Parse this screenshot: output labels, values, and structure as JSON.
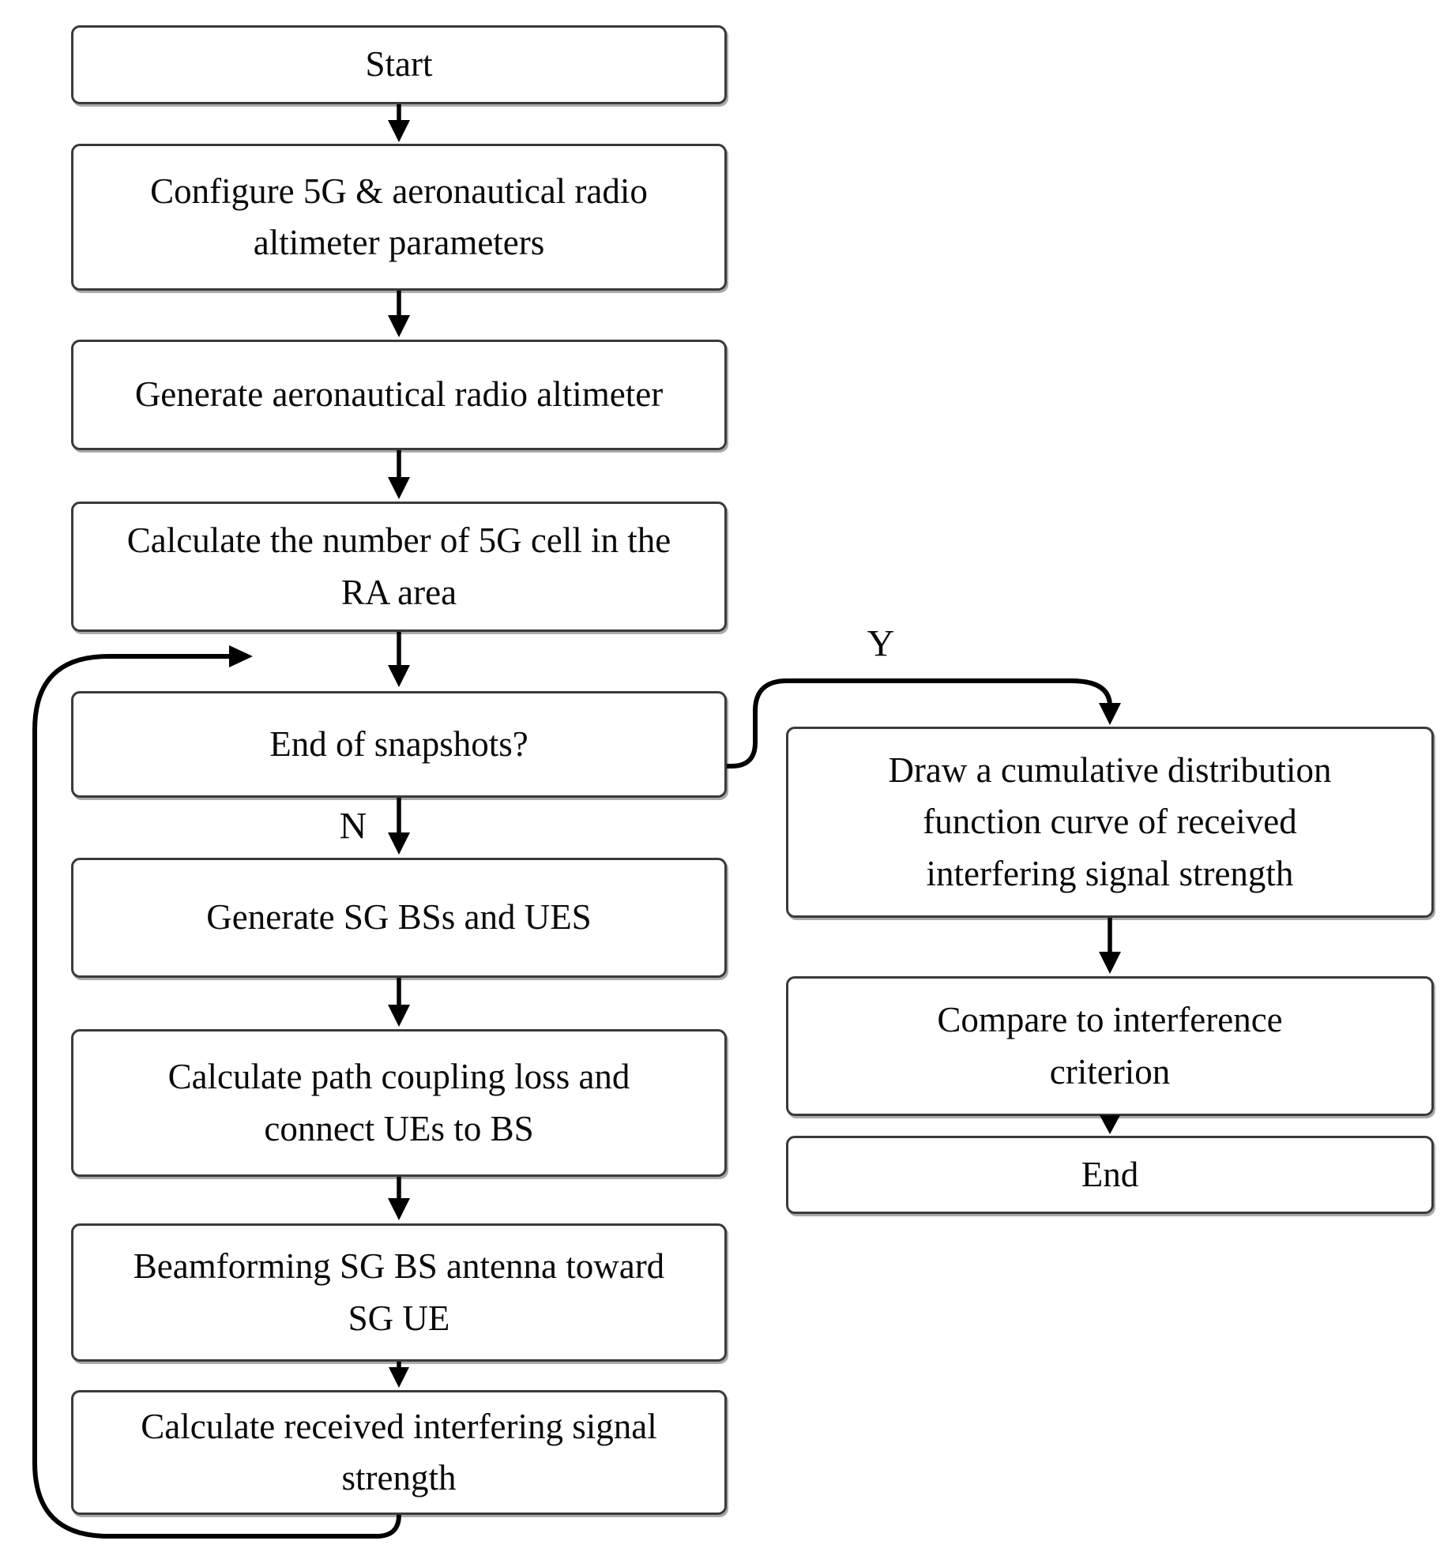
{
  "flowchart": {
    "nodes": {
      "start": {
        "label": "Start"
      },
      "configure": {
        "label": "Configure 5G & aeronautical radio\naltimeter parameters"
      },
      "generate_ra": {
        "label": "Generate aeronautical radio altimeter"
      },
      "calc_cells": {
        "label": "Calculate the number of 5G cell in the\nRA area"
      },
      "end_snapshots": {
        "label": "End of snapshots?"
      },
      "generate_bs": {
        "label": "Generate SG BSs and UES"
      },
      "calc_path": {
        "label": "Calculate path coupling loss and\nconnect UEs to BS"
      },
      "beamforming": {
        "label": "Beamforming SG BS antenna toward\nSG UE"
      },
      "calc_received": {
        "label": "Calculate received interfering signal\nstrength"
      },
      "draw_cdf": {
        "label": "Draw a cumulative distribution\nfunction curve of received\ninterfering signal strength"
      },
      "compare": {
        "label": "Compare to interference\ncriterion"
      },
      "end": {
        "label": "End"
      }
    },
    "edge_labels": {
      "yes": "Y",
      "no": "N"
    },
    "colors": {
      "line": "#000000",
      "box_border": "#3a3a3a",
      "text": "#0a0a0a",
      "background": "#ffffff"
    }
  }
}
